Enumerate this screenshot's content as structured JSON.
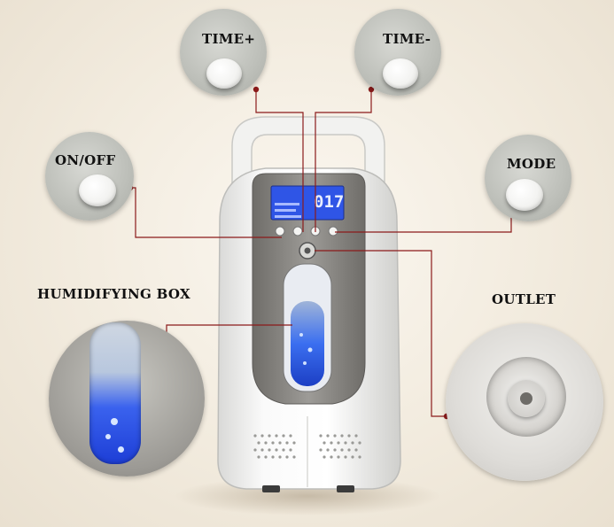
{
  "callouts": {
    "time_plus": "TIME+",
    "time_minus": "TIME-",
    "on_off": "ON/OFF",
    "mode": "MODE",
    "humidifying_box": "HUMIDIFYING BOX",
    "outlet": "OUTLET"
  },
  "display": {
    "readout": "017"
  },
  "colors": {
    "leader_line": "#8b1a1a",
    "lcd": "#2f55e6",
    "body": "#f3f3f1",
    "panel": "#8c8a86"
  }
}
